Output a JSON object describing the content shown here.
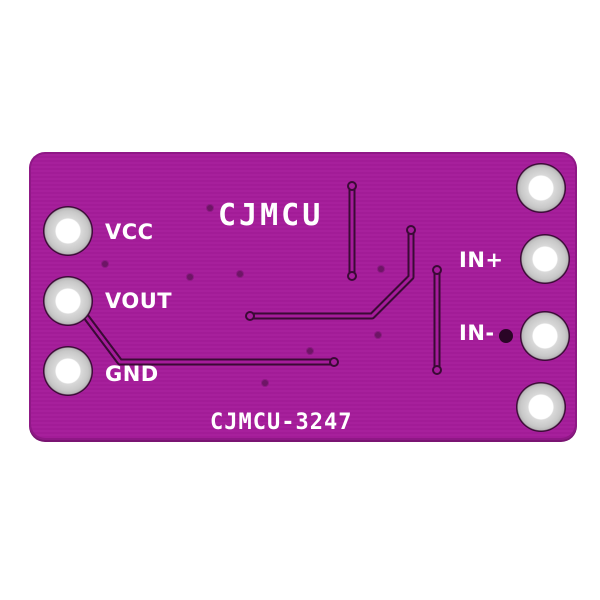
{
  "board": {
    "brand_label": "CJMCU",
    "model_label": "CJMCU-3247",
    "color": "#a51c9a",
    "left_pins": [
      {
        "label": "VCC"
      },
      {
        "label": "VOUT"
      },
      {
        "label": "GND"
      }
    ],
    "right_pins": [
      {
        "label": ""
      },
      {
        "label": "IN+"
      },
      {
        "label": "IN-"
      },
      {
        "label": ""
      }
    ]
  }
}
